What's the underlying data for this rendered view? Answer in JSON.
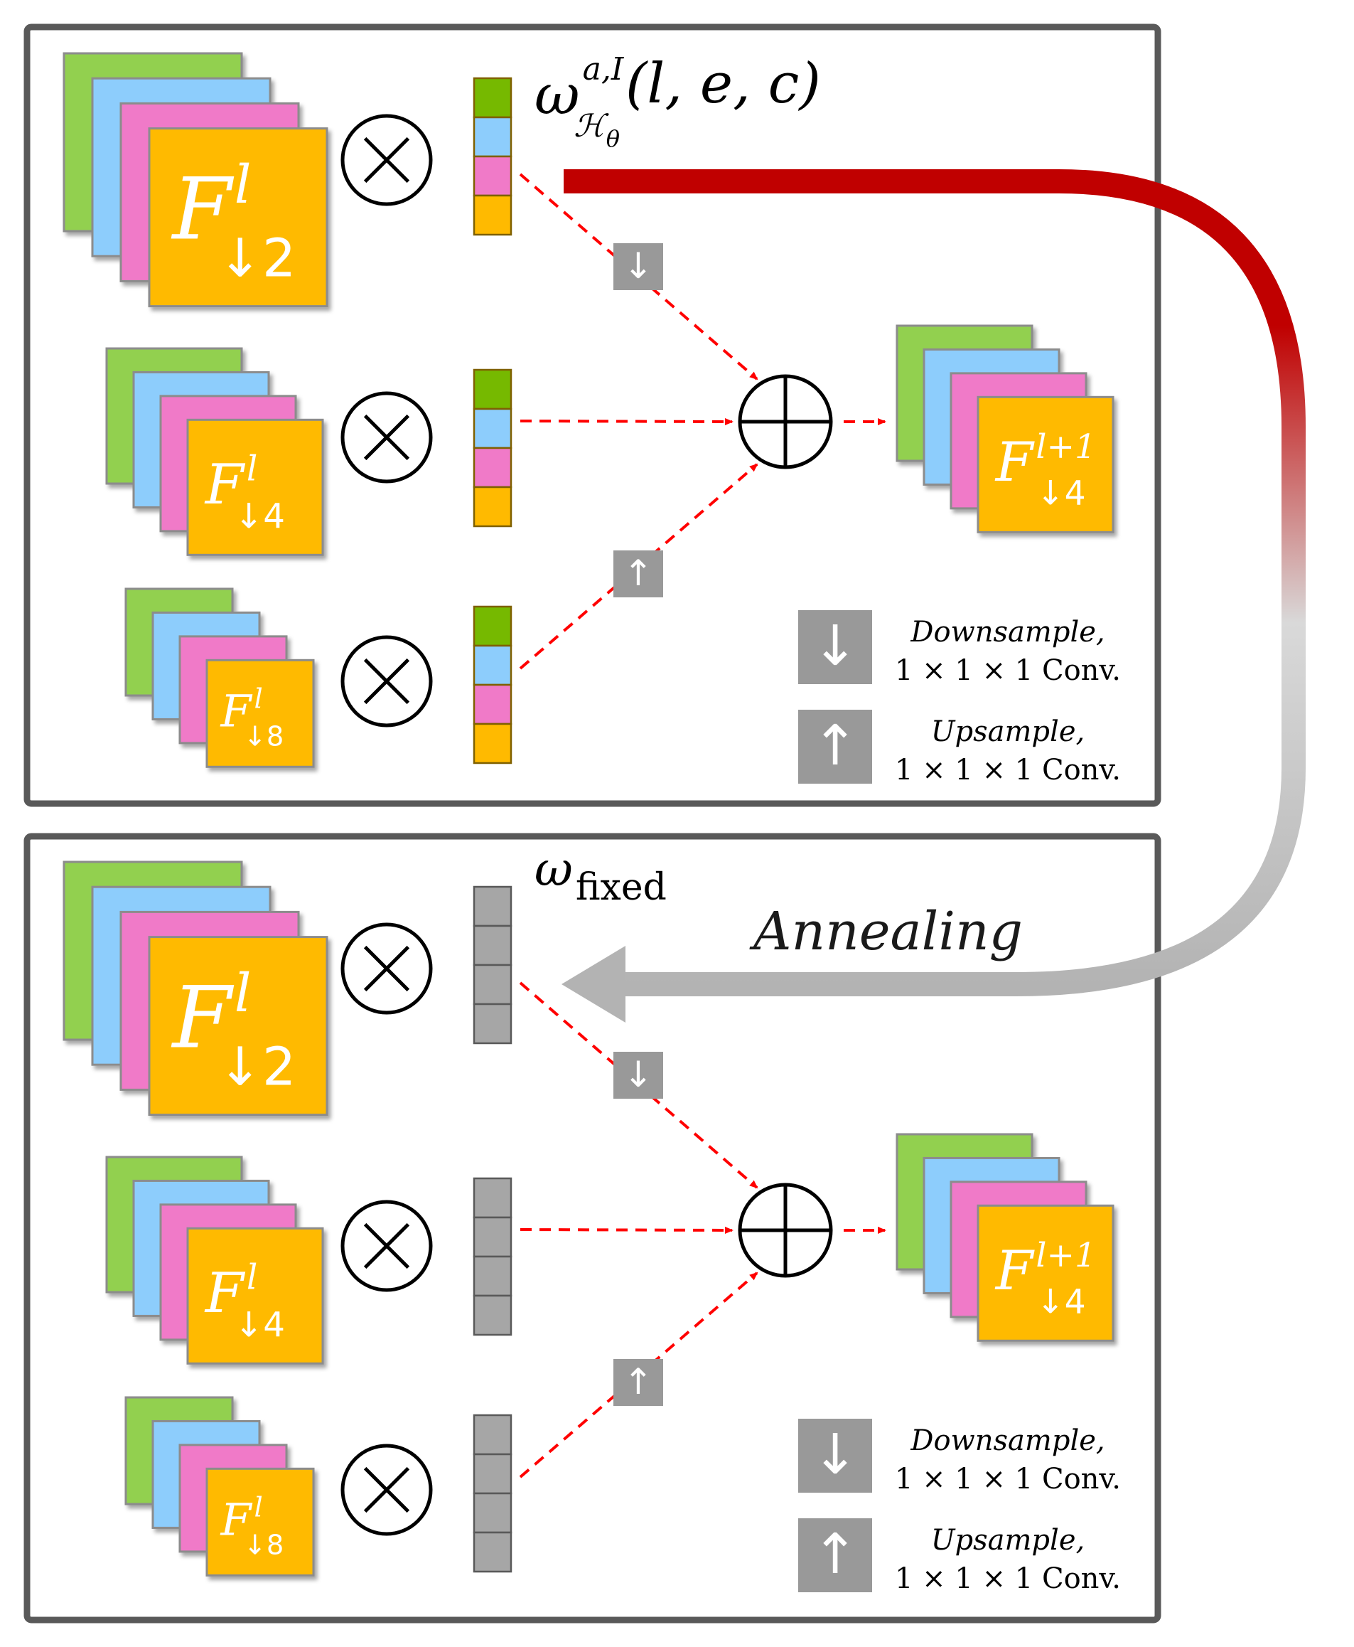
{
  "top_panel": {
    "weight_label": {
      "symbol": "ω",
      "sup": "a,I",
      "sub": "ℋ",
      "subsub": "θ",
      "args": "(l, e, c)"
    },
    "rows": [
      {
        "feature": {
          "base": "F",
          "sup": "l",
          "sub": "↓2"
        },
        "weight_colors": [
          "#76b900",
          "#8dcdfc",
          "#f07ac8",
          "#ffba00"
        ]
      },
      {
        "feature": {
          "base": "F",
          "sup": "l",
          "sub": "↓4"
        },
        "weight_colors": [
          "#76b900",
          "#8dcdfc",
          "#f07ac8",
          "#ffba00"
        ]
      },
      {
        "feature": {
          "base": "F",
          "sup": "l",
          "sub": "↓8"
        },
        "weight_colors": [
          "#76b900",
          "#8dcdfc",
          "#f07ac8",
          "#ffba00"
        ]
      }
    ],
    "output": {
      "base": "F",
      "sup": "l+1",
      "sub": "↓4"
    },
    "legend": [
      {
        "icon": "↓",
        "line1": "Downsample,",
        "line2": "1 × 1 × 1 Conv."
      },
      {
        "icon": "↑",
        "line1": "Upsample,",
        "line2": "1 × 1 × 1 Conv."
      }
    ]
  },
  "bottom_panel": {
    "weight_label": {
      "symbol": "ω",
      "sub": "fixed"
    },
    "rows": [
      {
        "feature": {
          "base": "F",
          "sup": "l",
          "sub": "↓2"
        },
        "weight_colors": [
          "#a6a6a6",
          "#a6a6a6",
          "#a6a6a6",
          "#a6a6a6"
        ]
      },
      {
        "feature": {
          "base": "F",
          "sup": "l",
          "sub": "↓4"
        },
        "weight_colors": [
          "#a6a6a6",
          "#a6a6a6",
          "#a6a6a6",
          "#a6a6a6"
        ]
      },
      {
        "feature": {
          "base": "F",
          "sup": "l",
          "sub": "↓8"
        },
        "weight_colors": [
          "#a6a6a6",
          "#a6a6a6",
          "#a6a6a6",
          "#a6a6a6"
        ]
      }
    ],
    "output": {
      "base": "F",
      "sup": "l+1",
      "sub": "↓4"
    },
    "legend": [
      {
        "icon": "↓",
        "line1": "Downsample,",
        "line2": "1 × 1 × 1 Conv."
      },
      {
        "icon": "↑",
        "line1": "Upsample,",
        "line2": "1 × 1 × 1 Conv."
      }
    ]
  },
  "annealing_label": "Annealing",
  "symbols": {
    "multiply": "⊗",
    "add": "⊕",
    "down": "↓",
    "up": "↑"
  },
  "colors": {
    "stack": [
      "#92d050",
      "#8dcdfc",
      "#f07ac8",
      "#ffba00"
    ],
    "arrow_red": "#ff0000",
    "annealing_start": "#c00000",
    "annealing_end": "#b3b3b3",
    "badge_gray": "#999999",
    "panel_border": "#595959"
  }
}
